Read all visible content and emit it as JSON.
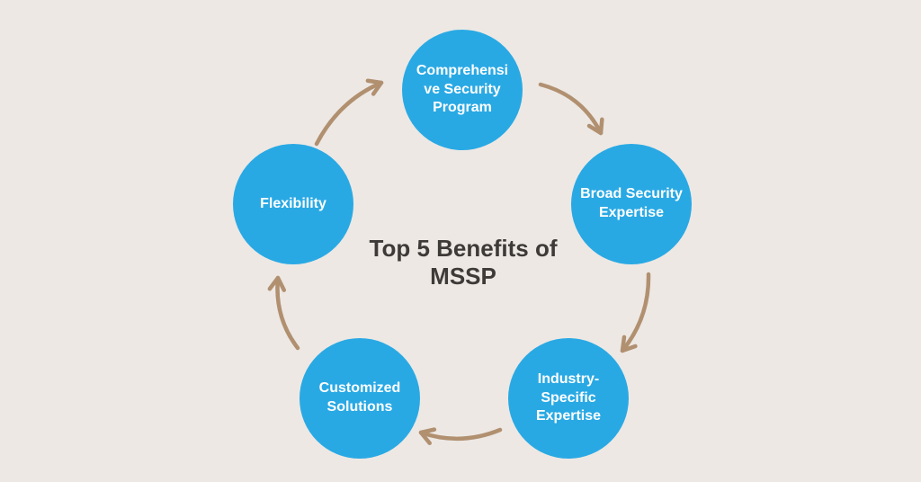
{
  "title": "Top 5 Benefits of\nMSSP",
  "cycle": {
    "direction": "clockwise",
    "node_count": 5,
    "arrow_count": 5
  },
  "nodes": [
    {
      "id": "comprehensive-security-program",
      "label": "Comprehensi\nve Security\nProgram"
    },
    {
      "id": "broad-security-expertise",
      "label": "Broad Security\nExpertise"
    },
    {
      "id": "industry-specific-expertise",
      "label": "Industry-\nSpecific\nExpertise"
    },
    {
      "id": "customized-solutions",
      "label": "Customized\nSolutions"
    },
    {
      "id": "flexibility",
      "label": "Flexibility"
    }
  ],
  "colors": {
    "background": "#EDE8E4",
    "node": "#29A9E4",
    "node_text": "#FFFFFF",
    "title_text": "#3D3A38",
    "arrow": "#B19070"
  }
}
